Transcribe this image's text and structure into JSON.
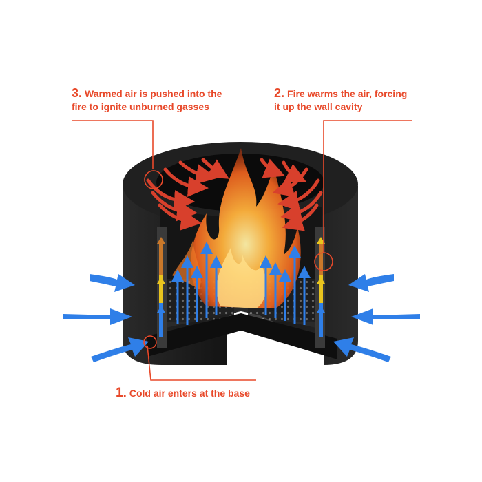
{
  "callouts": [
    {
      "number": "3.",
      "line1": "Warmed air is pushed into the",
      "line2": "fire to ignite unburned gasses"
    },
    {
      "number": "2.",
      "line1": "Fire warms the air, forcing",
      "line2": "it up the wall cavity"
    },
    {
      "number": "1.",
      "line1": "Cold air enters at the base",
      "line2": ""
    }
  ],
  "colors": {
    "accent": "#e8492a",
    "cold_air": "#2f7fe8",
    "warm_air": "#d8402c",
    "shell": "#1c1c1c",
    "flame": "#f5882a"
  },
  "icons": [
    "flame-icon",
    "cold-air-arrow-icon",
    "warm-air-arrow-icon",
    "highlight-circle-icon"
  ]
}
